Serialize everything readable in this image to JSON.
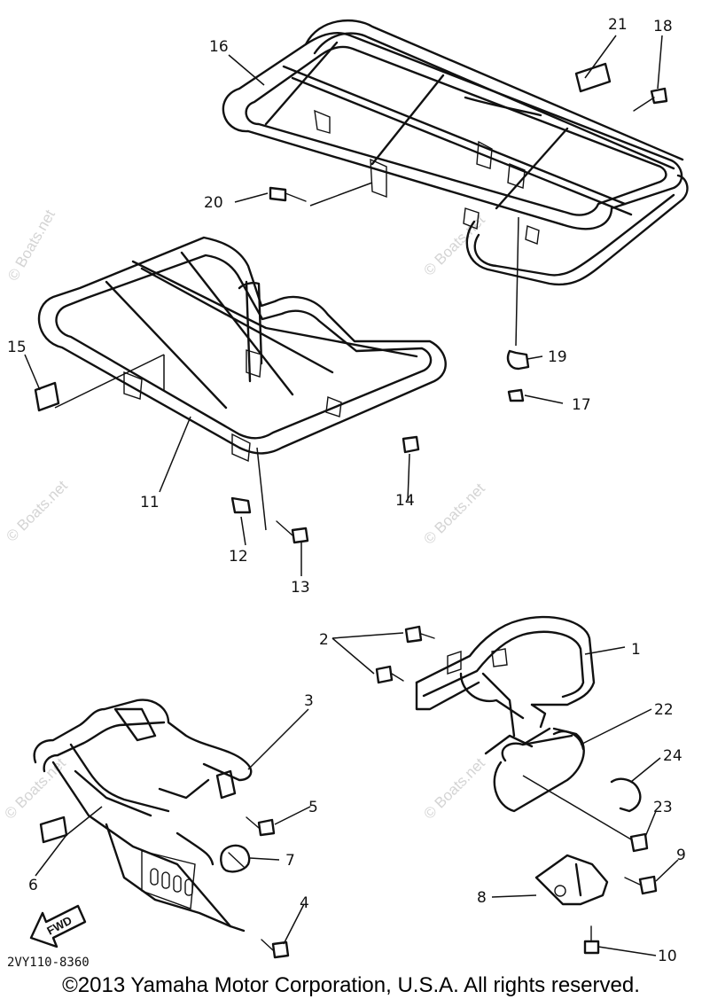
{
  "watermark": "© Boats.net",
  "diagram_code": "2VY110-8360",
  "fwd_label": "FWD",
  "copyright": "©2013 Yamaha Motor Corporation, U.S.A. All rights reserved.",
  "callouts": {
    "c1": "1",
    "c2": "2",
    "c3": "3",
    "c4": "4",
    "c5": "5",
    "c6": "6",
    "c7": "7",
    "c8": "8",
    "c9": "9",
    "c10": "10",
    "c11": "11",
    "c12": "12",
    "c13": "13",
    "c14": "14",
    "c15": "15",
    "c16": "16",
    "c17": "17",
    "c18": "18",
    "c19": "19",
    "c20": "20",
    "c21": "21",
    "c22": "22",
    "c23": "23",
    "c24": "24"
  }
}
